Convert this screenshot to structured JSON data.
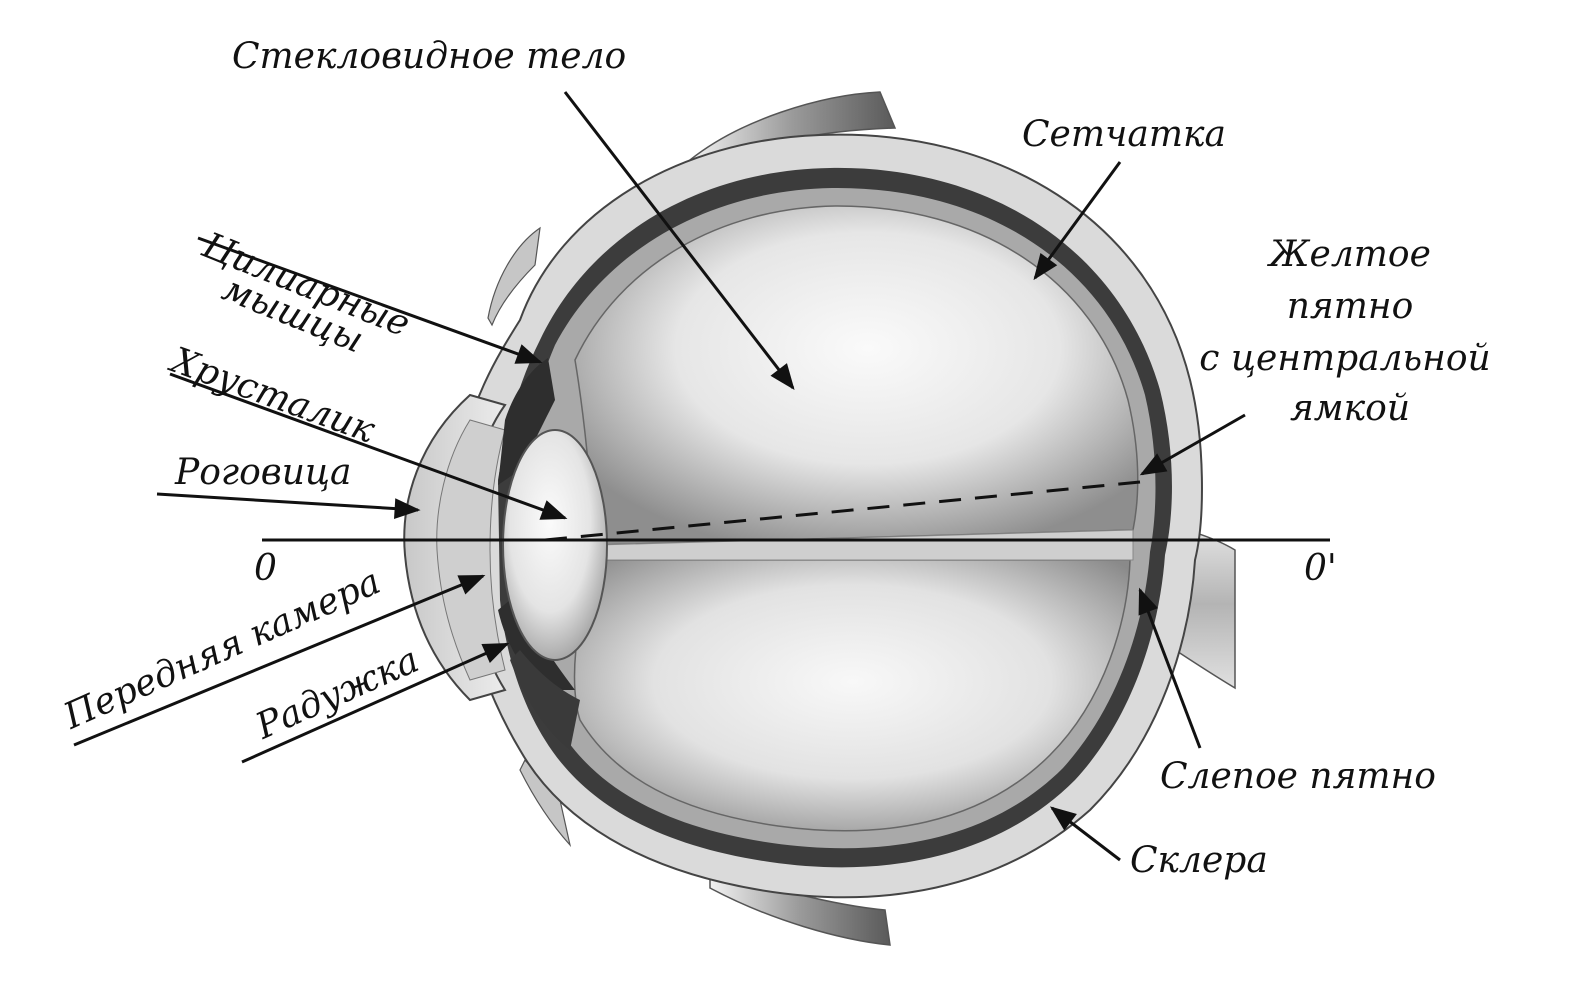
{
  "labels": {
    "vitreous": "Стекловидное тело",
    "retina": "Сетчатка",
    "ciliary_line1": "Цилиарные",
    "ciliary_line2": "мышцы",
    "lens": "Хрусталик",
    "cornea": "Роговица",
    "macula_line1": "Желтое",
    "macula_line2": "пятно",
    "macula_line3": "с центральной",
    "macula_line4": "ямкой",
    "axis_left": "0",
    "axis_right": "0'",
    "anterior_chamber": "Передняя камера",
    "iris": "Радужка",
    "blind_spot": "Слепое пятно",
    "sclera": "Склера"
  },
  "colors": {
    "ink": "#111111",
    "sclera": "#d9d9d9",
    "choroid": "#3c3c3c",
    "vitreous_light": "#f4f4f4",
    "vitreous_dark": "#9a9a9a"
  }
}
